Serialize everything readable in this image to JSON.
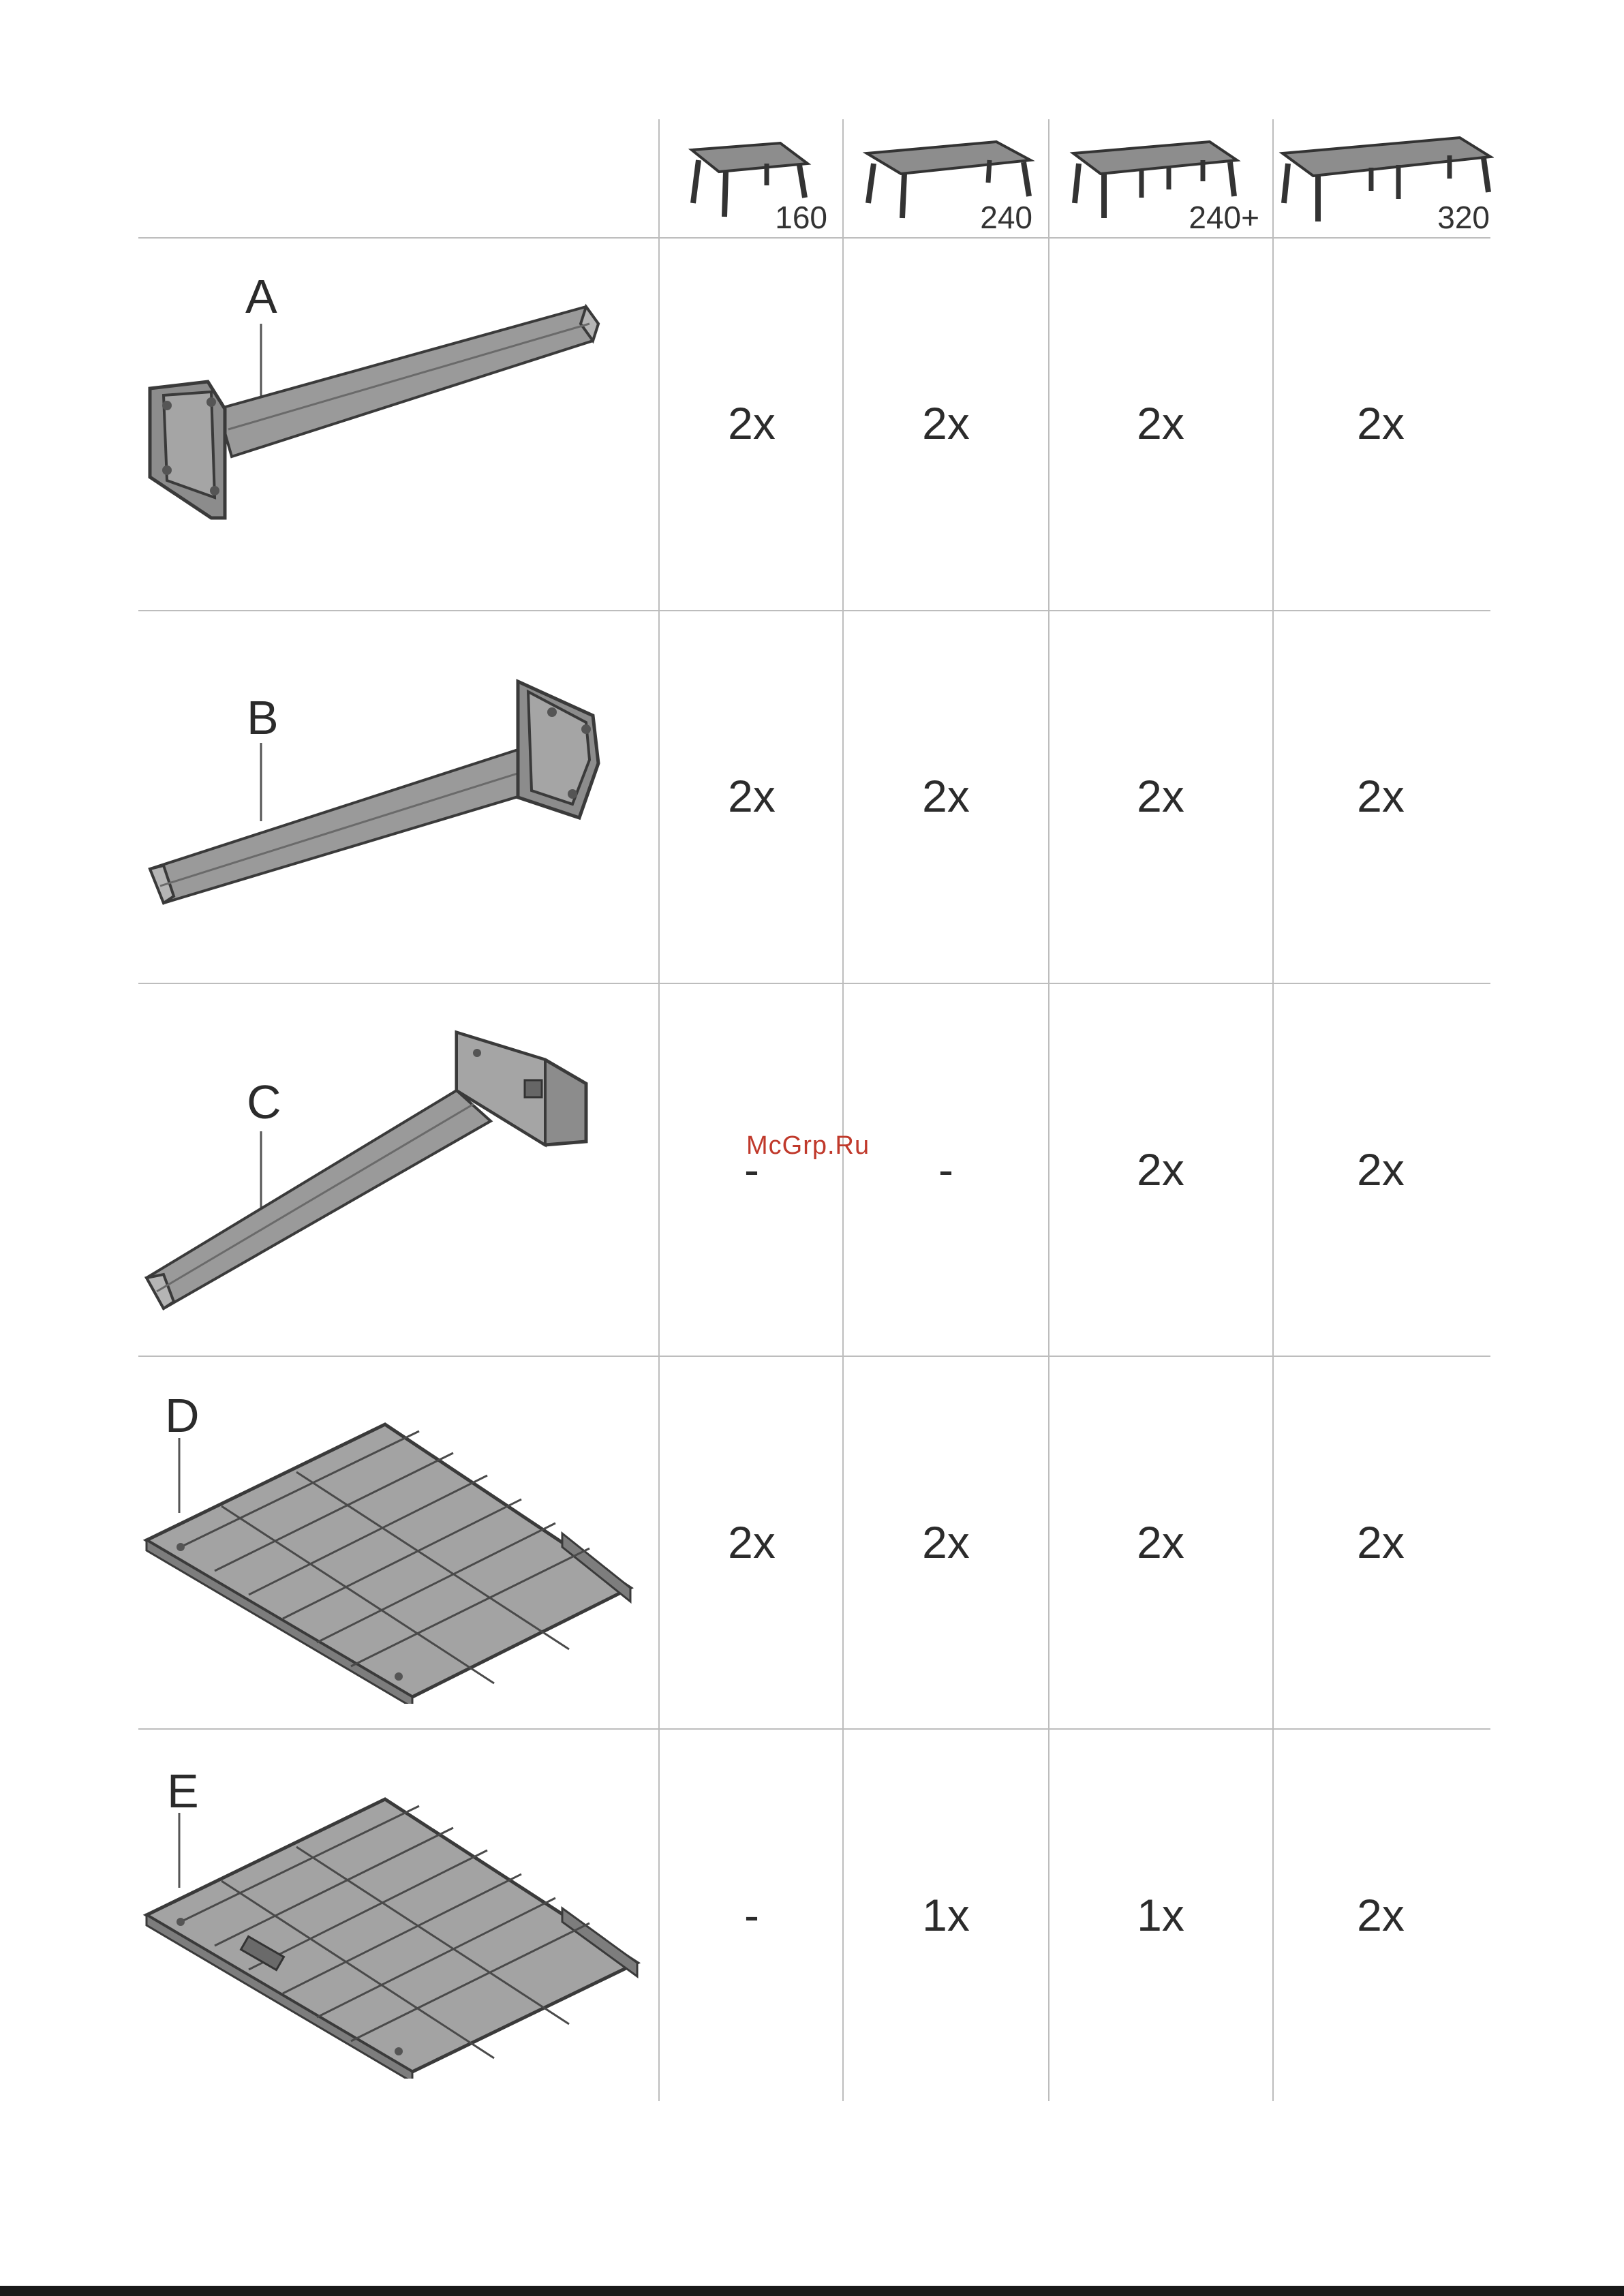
{
  "header": {
    "sizes": [
      "160",
      "240",
      "240+",
      "320"
    ],
    "table_icons": [
      "table-160-icon",
      "table-240-icon",
      "table-240plus-icon",
      "table-320-icon"
    ]
  },
  "rows": [
    {
      "letter": "A",
      "part_icon": "leg-a-icon",
      "qty": [
        "2x",
        "2x",
        "2x",
        "2x"
      ]
    },
    {
      "letter": "B",
      "part_icon": "leg-b-icon",
      "qty": [
        "2x",
        "2x",
        "2x",
        "2x"
      ]
    },
    {
      "letter": "C",
      "part_icon": "leg-c-icon",
      "qty": [
        "-",
        "-",
        "2x",
        "2x"
      ]
    },
    {
      "letter": "D",
      "part_icon": "panel-d-icon",
      "qty": [
        "2x",
        "2x",
        "2x",
        "2x"
      ]
    },
    {
      "letter": "E",
      "part_icon": "panel-e-icon",
      "qty": [
        "-",
        "1x",
        "1x",
        "2x"
      ]
    }
  ],
  "watermark": "McGrp.Ru",
  "colors": {
    "part_fill": "#9a9a9a",
    "part_stroke": "#3a3a3a",
    "grid": "#bdbdbd"
  }
}
